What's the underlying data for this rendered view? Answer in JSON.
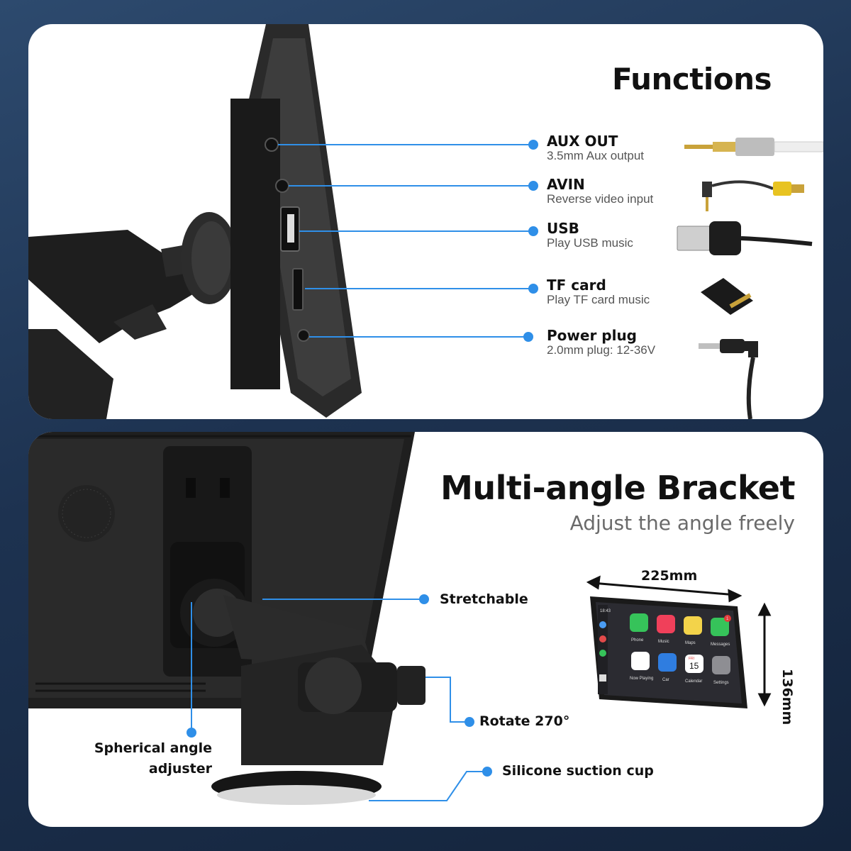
{
  "functions": {
    "title": "Functions",
    "items": [
      {
        "name": "AUX OUT",
        "desc": "3.5mm Aux output"
      },
      {
        "name": "AVIN",
        "desc": "Reverse video input"
      },
      {
        "name": "USB",
        "desc": "Play USB music"
      },
      {
        "name": "TF card",
        "desc": "Play TF card music"
      },
      {
        "name": "Power plug",
        "desc": "2.0mm plug: 12-36V"
      }
    ]
  },
  "bracket": {
    "title": "Multi-angle Bracket",
    "subtitle": "Adjust the angle freely",
    "callouts": {
      "stretchable": "Stretchable",
      "rotate": "Rotate 270°",
      "suction": "Silicone suction cup",
      "spherical_line1": "Spherical angle",
      "spherical_line2": "adjuster"
    },
    "dimensions": {
      "width": "225mm",
      "height": "136mm"
    },
    "screen": {
      "time": "18:43",
      "apps": [
        "Phone",
        "Music",
        "Maps",
        "Messages",
        "Now Playing",
        "Car",
        "Calendar",
        "Settings"
      ],
      "calendar_day": "FRI",
      "calendar_date": "15",
      "messages_badge": "1"
    }
  },
  "colors": {
    "accent": "#2f8fe8",
    "background": "#1d3250",
    "panel": "#ffffff"
  }
}
